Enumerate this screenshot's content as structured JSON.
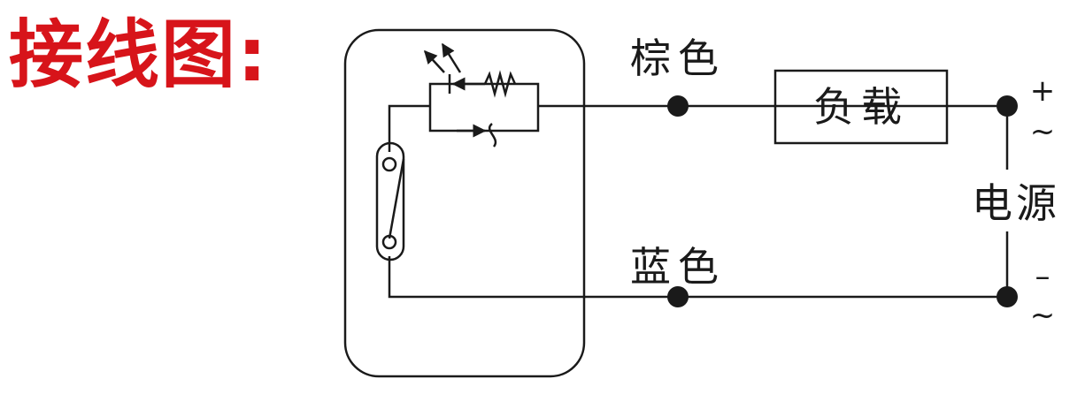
{
  "title": "接线图:",
  "wire_labels": {
    "brown": "棕色",
    "blue": "蓝色"
  },
  "load_label": "负载",
  "power_label": "电源",
  "terminals": {
    "plus": "+",
    "minus": "–",
    "ac_top": "~",
    "ac_bottom": "~"
  },
  "colors": {
    "title": "#d7141a",
    "line": "#1a1a1a"
  }
}
